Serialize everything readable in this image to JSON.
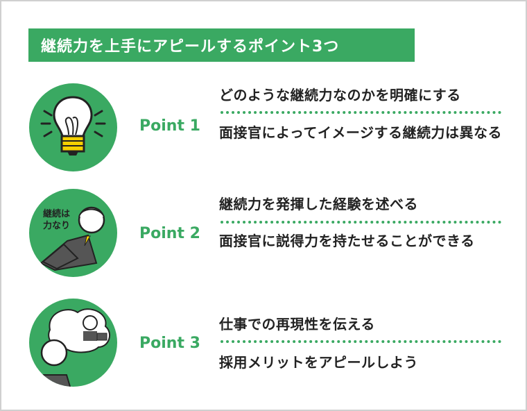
{
  "title": "継続力を上手にアピールするポイント3つ",
  "points": [
    {
      "label": "Point 1",
      "heading": "どのような継続力なのかを明確にする",
      "detail": "面接官によってイメージする継続力は異なる",
      "icon": "lightbulb-icon"
    },
    {
      "label": "Point 2",
      "heading": "継続力を発揮した経験を述べる",
      "detail": "面接官に説得力を持たせることができる",
      "icon": "relaxed-businessman-icon",
      "bubble": "継続は力なり"
    },
    {
      "label": "Point 3",
      "heading": "仕事での再現性を伝える",
      "detail": "採用メリットをアピールしよう",
      "icon": "imagining-work-icon"
    }
  ],
  "colors": {
    "accent": "#3aa962"
  }
}
